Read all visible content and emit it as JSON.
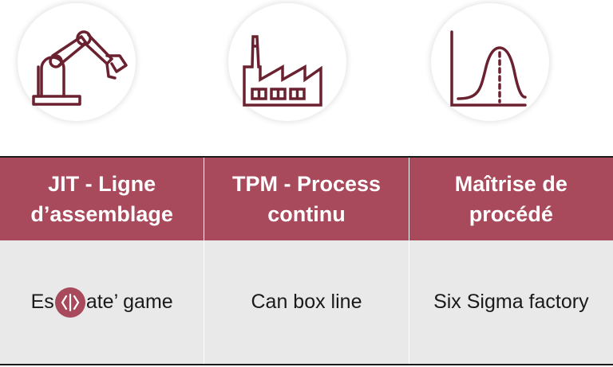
{
  "colors": {
    "accent": "#a84a5c",
    "icon_stroke": "#6b2230",
    "body_bg": "#e9e9e9",
    "text": "#1a1a1a"
  },
  "icons": [
    {
      "name": "robot-arm-icon"
    },
    {
      "name": "factory-icon"
    },
    {
      "name": "bell-curve-icon"
    }
  ],
  "columns": [
    {
      "header": "JIT - Ligne d’assemblage",
      "body_prefix": "Es",
      "body_suffix": "ate’ game"
    },
    {
      "header": "TPM - Process continu",
      "body": "Can box line"
    },
    {
      "header": "Maîtrise de procédé",
      "body": "Six Sigma factory"
    }
  ]
}
